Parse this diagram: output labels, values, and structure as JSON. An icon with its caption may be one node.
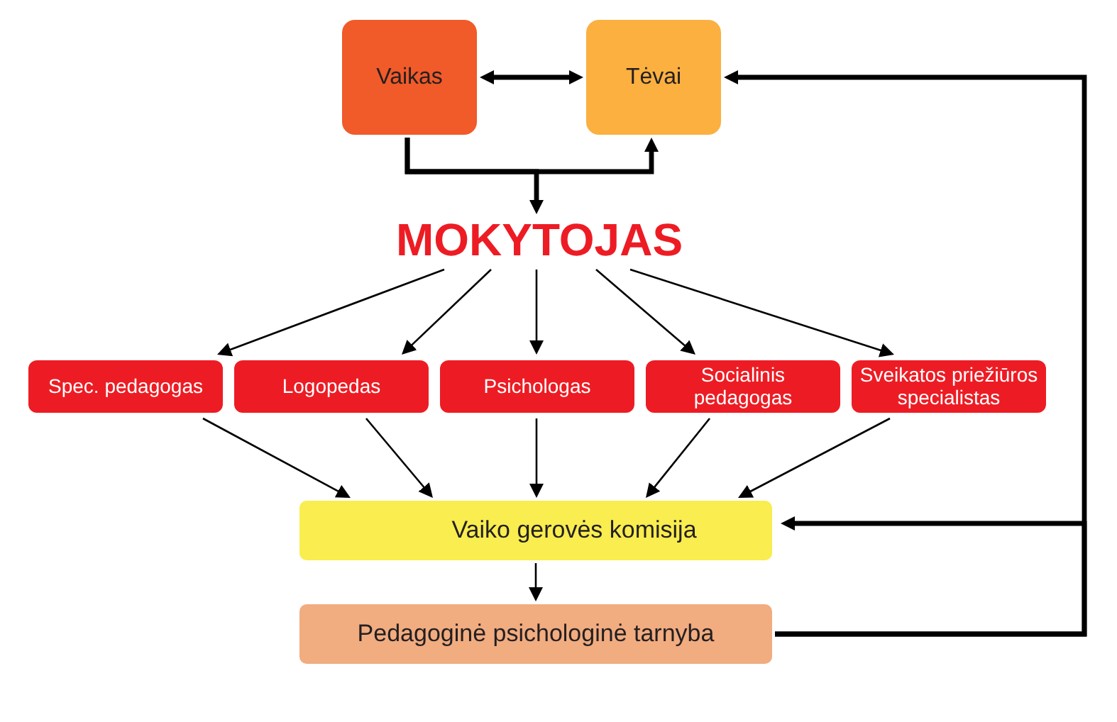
{
  "diagram": {
    "nodes": [
      {
        "text": [
          "Vaikas"
        ]
      },
      {
        "text": [
          "Tėvai"
        ]
      },
      {
        "text": [
          "MOKYTOJAS"
        ]
      },
      {
        "text": [
          "Spec. pedagogas"
        ]
      },
      {
        "text": [
          "Logopedas"
        ]
      },
      {
        "text": [
          "Psichologas"
        ]
      },
      {
        "text": [
          "Socialinis pedagogas"
        ]
      },
      {
        "text": [
          "Sveikatos priežiūros specialistas"
        ]
      },
      {
        "text": [
          "Vaiko gerovės komisija"
        ]
      },
      {
        "text": [
          "Pedagoginė psichologinė tarnyba"
        ]
      }
    ],
    "edges": [
      {
        "from": 0,
        "to": 1,
        "arrow": "both",
        "style": "thick"
      },
      {
        "from": 0,
        "to": 1,
        "arrow": "to",
        "style": "thick"
      },
      {
        "from": 0,
        "to": 2,
        "arrow": "to",
        "style": "thick"
      },
      {
        "from": 2,
        "to": 3,
        "arrow": "to"
      },
      {
        "from": 2,
        "to": 4,
        "arrow": "to"
      },
      {
        "from": 2,
        "to": 5,
        "arrow": "to"
      },
      {
        "from": 2,
        "to": 6,
        "arrow": "to"
      },
      {
        "from": 2,
        "to": 7,
        "arrow": "to"
      },
      {
        "from": 3,
        "to": 8,
        "arrow": "to"
      },
      {
        "from": 4,
        "to": 8,
        "arrow": "to"
      },
      {
        "from": 5,
        "to": 8,
        "arrow": "to"
      },
      {
        "from": 6,
        "to": 8,
        "arrow": "to"
      },
      {
        "from": 7,
        "to": 8,
        "arrow": "to"
      },
      {
        "from": 8,
        "to": 9,
        "arrow": "to"
      },
      {
        "from": 9,
        "to": 8,
        "arrow": "to",
        "style": "thick"
      },
      {
        "from": 9,
        "to": 1,
        "arrow": "to",
        "style": "thick"
      }
    ]
  }
}
